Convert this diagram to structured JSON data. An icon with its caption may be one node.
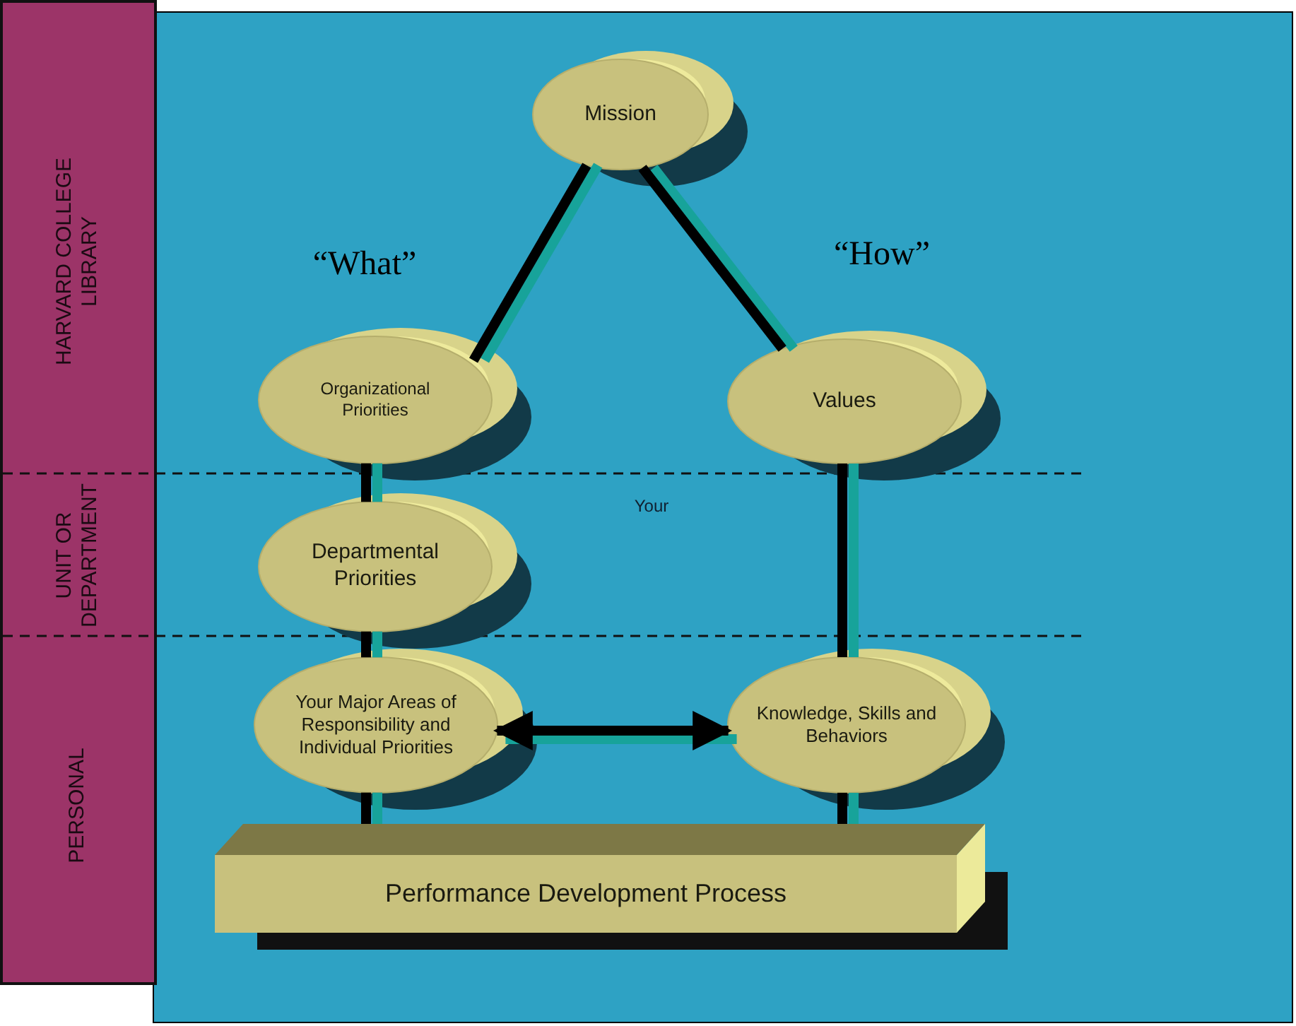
{
  "diagram": {
    "nodes": [
      {
        "text": [
          "Mission"
        ]
      },
      {
        "text": [
          "Organizational Priorities"
        ]
      },
      {
        "text": [
          "Values"
        ]
      },
      {
        "text": [
          "Departmental Priorities"
        ]
      },
      {
        "text": [
          "Your Major Areas of Responsibility and Individual Priorities"
        ]
      },
      {
        "text": [
          "Knowledge, Skills and Behaviors"
        ]
      },
      {
        "text": [
          "Performance Development Process"
        ]
      }
    ],
    "edges": [
      {
        "from": 0,
        "to": 1,
        "arrow": "none"
      },
      {
        "from": 0,
        "to": 2,
        "arrow": "none"
      },
      {
        "from": 1,
        "to": 3,
        "arrow": "none"
      },
      {
        "from": 3,
        "to": 4,
        "arrow": "none"
      },
      {
        "from": 2,
        "to": 5,
        "arrow": "none"
      },
      {
        "from": 4,
        "to": 5,
        "arrow": "both"
      },
      {
        "from": 4,
        "to": 6,
        "arrow": "none"
      },
      {
        "from": 5,
        "to": 6,
        "arrow": "none"
      }
    ],
    "labels": [
      "HARVARD COLLEGE LIBRARY",
      "“What”",
      "“How”",
      "UNIT OR DEPARTMENT",
      "Your",
      "PERSONAL"
    ]
  }
}
